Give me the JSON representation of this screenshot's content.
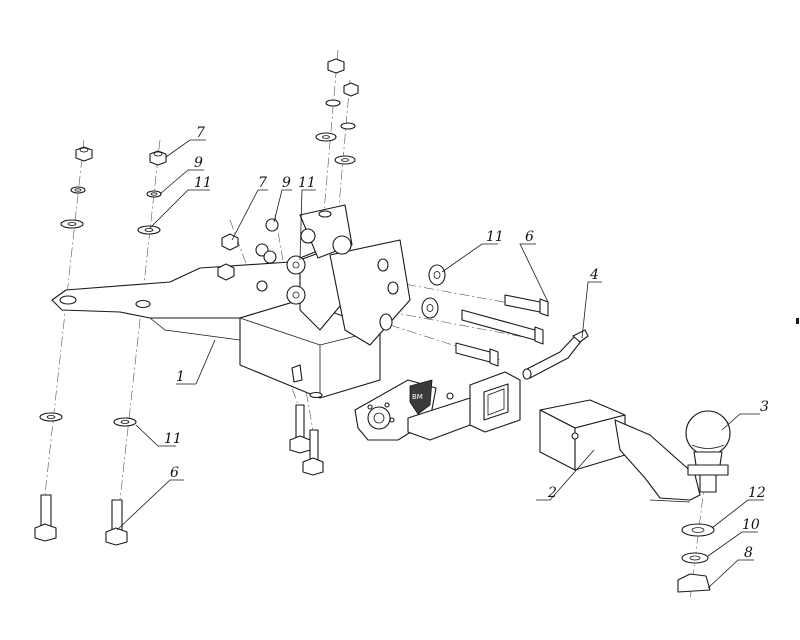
{
  "callouts": {
    "c7a": "7",
    "c9a": "9",
    "c11a": "11",
    "c7b": "7",
    "c9b": "9",
    "c11b": "11",
    "c11c": "11",
    "c6a": "6",
    "c4": "4",
    "c3": "3",
    "c1": "1",
    "c11d": "11",
    "c6b": "6",
    "c2": "2",
    "c12": "12",
    "c10": "10",
    "c8": "8"
  },
  "badge": {
    "text": "BM"
  }
}
